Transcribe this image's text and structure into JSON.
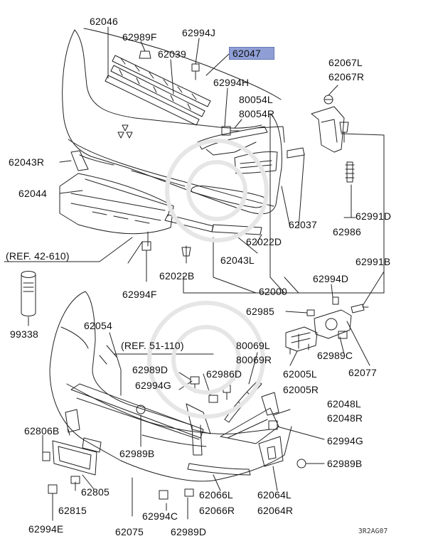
{
  "labels": {
    "p62046": "62046",
    "p62989F": "62989F",
    "p62994J": "62994J",
    "p62039": "62039",
    "p62047": "62047",
    "p62067L": "62067L",
    "p62067R": "62067R",
    "p62994H": "62994H",
    "p80054L": "80054L",
    "p80054R": "80054R",
    "p62043R": "62043R",
    "p62044": "62044",
    "p62991D": "62991D",
    "p62037": "62037",
    "p62986": "62986",
    "p62022D": "62022D",
    "ref42610": "(REF. 42-610)",
    "p62043L": "62043L",
    "p62022B": "62022B",
    "p62991B": "62991B",
    "p62994D": "62994D",
    "p62994F": "62994F",
    "p62000": "62000",
    "p62985": "62985",
    "p99338": "99338",
    "p62054": "62054",
    "ref51110": "(REF. 51-110)",
    "p80069L": "80069L",
    "p80069R": "80069R",
    "p62989C": "62989C",
    "p62989D": "62989D",
    "p62986D": "62986D",
    "p62005L": "62005L",
    "p62077": "62077",
    "p62994G_left": "62994G",
    "p62005R": "62005R",
    "p62048L": "62048L",
    "p62048R": "62048R",
    "p62806B": "62806B",
    "p62994G_right": "62994G",
    "p62989B_left": "62989B",
    "p62989B_right": "62989B",
    "p62805": "62805",
    "p62066L": "62066L",
    "p62064L": "62064L",
    "p62815": "62815",
    "p62066R": "62066R",
    "p62064R": "62064R",
    "p62994C": "62994C",
    "p62994E": "62994E",
    "p62075": "62075",
    "p62989D_bottom": "62989D",
    "diagram_code": "3R2AG07"
  },
  "colors": {
    "highlight": "#8f9fd6",
    "line": "#222222"
  }
}
